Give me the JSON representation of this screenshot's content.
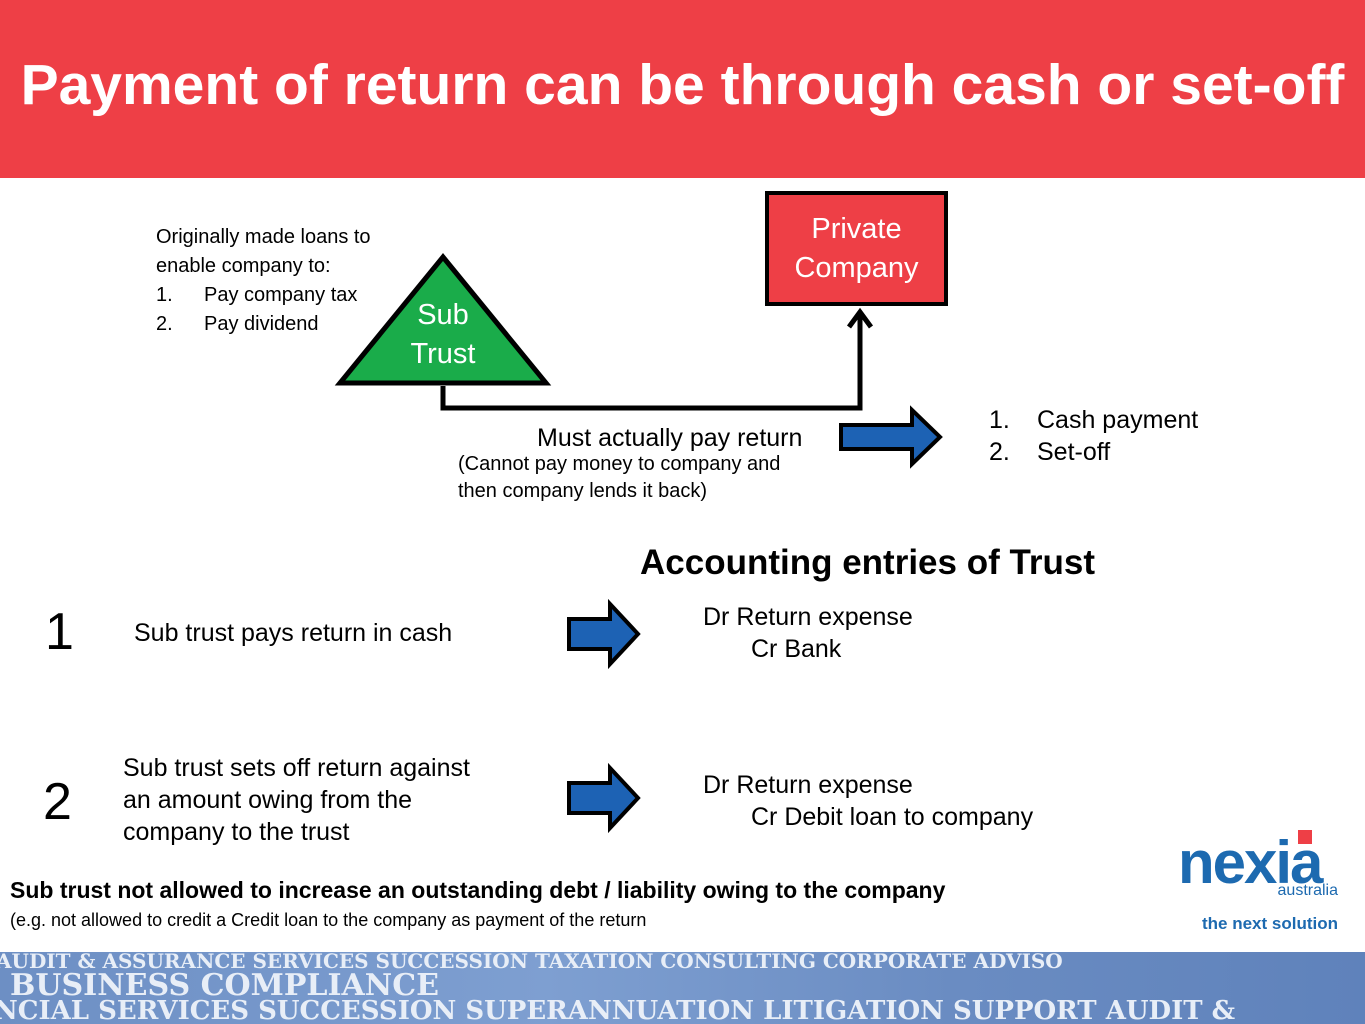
{
  "header": {
    "title": "Payment of return can be through cash or set-off"
  },
  "loan_note": {
    "intro_line1": "Originally made loans to",
    "intro_line2": "enable company to:",
    "items": [
      {
        "num": "1.",
        "label": "Pay company tax"
      },
      {
        "num": "2.",
        "label": "Pay dividend"
      }
    ]
  },
  "diagram": {
    "triangle_line1": "Sub",
    "triangle_line2": "Trust",
    "company_line1": "Private",
    "company_line2": "Company",
    "flow_label": "Must actually pay return",
    "flow_note_line1": "(Cannot pay money to company and",
    "flow_note_line2": "then company lends it back)",
    "colors": {
      "triangle": "#1aac4a",
      "company": "#ee3f46",
      "arrow": "#1d62b4"
    }
  },
  "methods": [
    {
      "num": "1.",
      "label": "Cash payment"
    },
    {
      "num": "2.",
      "label": "Set-off"
    }
  ],
  "accounting": {
    "title": "Accounting entries of Trust",
    "rows": [
      {
        "number": "1",
        "description": "Sub trust pays return in cash",
        "dr": "Dr  Return expense",
        "cr": "Cr  Bank"
      },
      {
        "number": "2",
        "description_line1": "Sub trust sets off return against",
        "description_line2": "an amount owing from the",
        "description_line3": "company to the trust",
        "dr": "Dr  Return expense",
        "cr": "Cr  Debit loan to company"
      }
    ]
  },
  "footer": {
    "warning": "Sub trust not allowed to increase an outstanding debt / liability owing to the company",
    "example": "(e.g. not allowed to credit a Credit loan to the company as payment of the return"
  },
  "logo": {
    "word": "nexia",
    "sub": "australia",
    "tagline": "the next solution"
  },
  "banner": {
    "row1": "AUDIT & ASSURANCE SERVICES  SUCCESSION  TAXATION  CONSULTING  CORPORATE ADVISO",
    "row2": "BUSINESS COMPLIANCE",
    "row3": "NCIAL SERVICES  SUCCESSION  SUPERANNUATION  LITIGATION SUPPORT  AUDIT &"
  }
}
